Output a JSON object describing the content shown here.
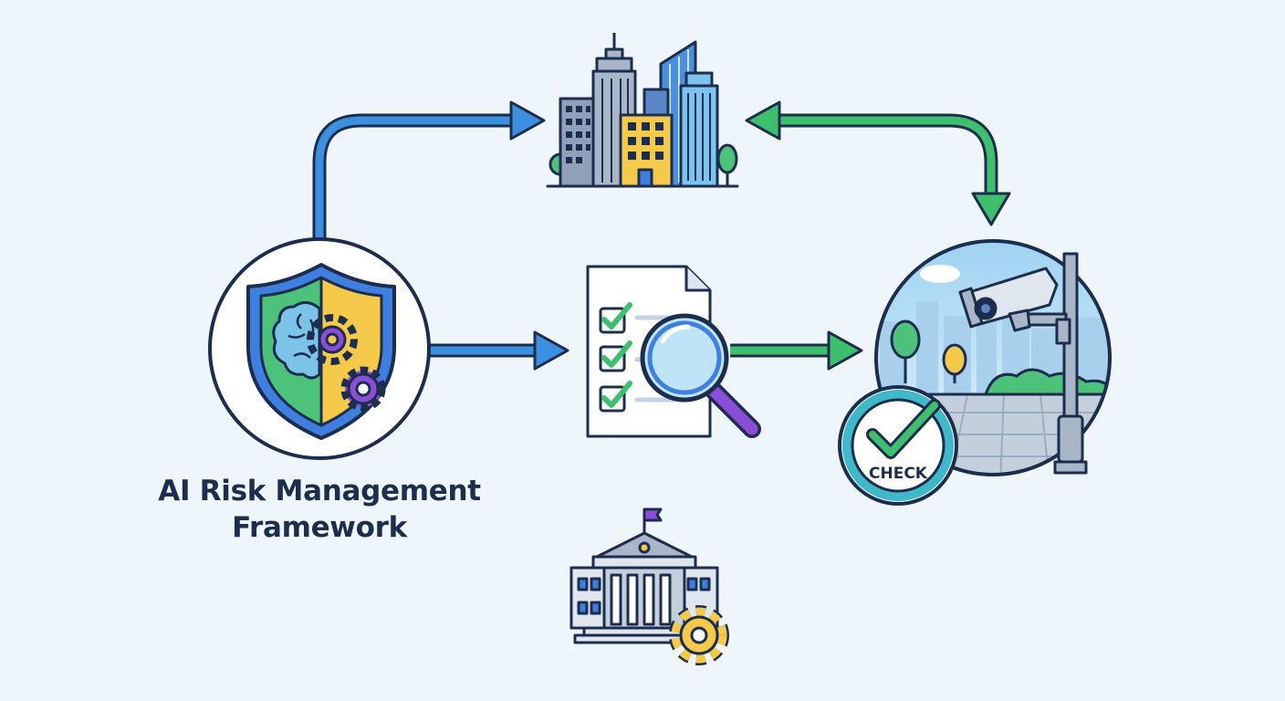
{
  "framework": {
    "label_line1": "AI Risk Management",
    "label_line2": "Framework"
  },
  "check_badge": {
    "label": "CHECK"
  },
  "colors": {
    "background": "#eef6fb",
    "outline": "#1c2d4e",
    "blue_arrow": "#3d8fdf",
    "green_arrow": "#3dbf6e",
    "shield_blue": "#3f7fe0",
    "shield_green": "#4cc27a",
    "shield_yellow": "#f5c94a",
    "purple": "#8a4fd6",
    "yellow": "#f5c94a"
  },
  "icons": [
    "city-buildings-icon",
    "shield-brain-gear-icon",
    "checklist-magnifier-icon",
    "cctv-street-scene-icon",
    "check-badge-icon",
    "government-building-gear-icon"
  ],
  "arrows": [
    {
      "from": "framework",
      "to": "city",
      "kind": "one-way",
      "color": "blue"
    },
    {
      "from": "framework",
      "to": "checklist",
      "kind": "one-way",
      "color": "blue"
    },
    {
      "from": "checklist",
      "to": "cctv-scene",
      "kind": "one-way",
      "color": "green"
    },
    {
      "from": "city",
      "to": "cctv-scene",
      "kind": "two-way",
      "color": "green"
    }
  ]
}
